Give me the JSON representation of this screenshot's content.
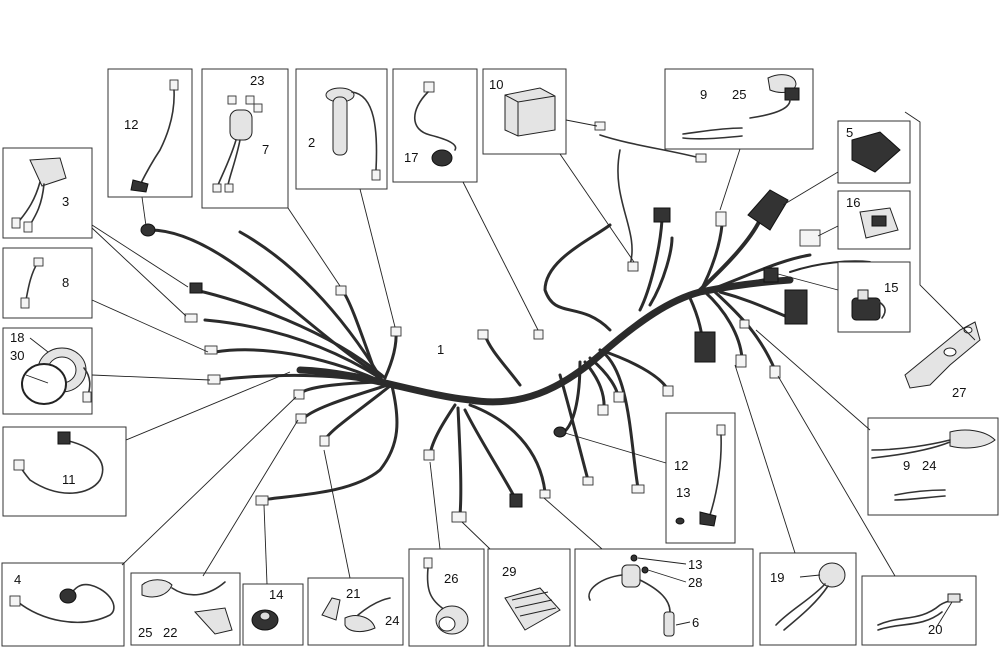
{
  "labels": {
    "l1": "1",
    "l2": "2",
    "l3": "3",
    "l4": "4",
    "l5": "5",
    "l6": "6",
    "l7": "7",
    "l8": "8",
    "l9a": "9",
    "l9b": "9",
    "l10": "10",
    "l11": "11",
    "l12a": "12",
    "l12b": "12",
    "l13a": "13",
    "l13b": "13",
    "l14": "14",
    "l15": "15",
    "l16": "16",
    "l17": "17",
    "l18": "18",
    "l19": "19",
    "l20": "20",
    "l21": "21",
    "l22": "22",
    "l23": "23",
    "l24a": "24",
    "l24b": "24",
    "l25a": "25",
    "l25b": "25",
    "l26": "26",
    "l27": "27",
    "l28": "28",
    "l29": "29",
    "l30": "30"
  }
}
